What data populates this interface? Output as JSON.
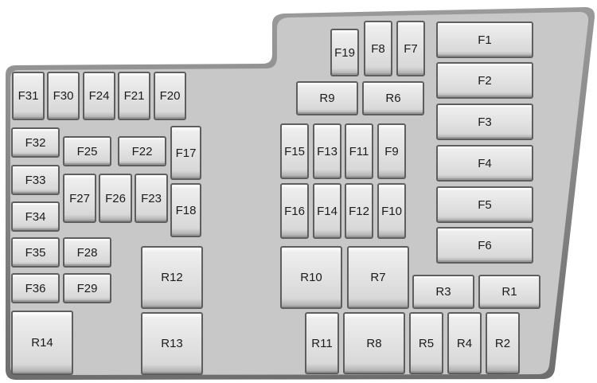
{
  "fuses": [
    "F1",
    "F2",
    "F3",
    "F4",
    "F5",
    "F6",
    "F7",
    "F8",
    "F9",
    "F10",
    "F11",
    "F12",
    "F13",
    "F14",
    "F15",
    "F16",
    "F17",
    "F18",
    "F19",
    "F20",
    "F21",
    "F22",
    "F23",
    "F24",
    "F25",
    "F26",
    "F27",
    "F28",
    "F29",
    "F30",
    "F31",
    "F32",
    "F33",
    "F34",
    "F35",
    "F36"
  ],
  "relays": [
    "R1",
    "R2",
    "R3",
    "R4",
    "R5",
    "R6",
    "R7",
    "R8",
    "R9",
    "R10",
    "R11",
    "R12",
    "R13",
    "R14"
  ]
}
